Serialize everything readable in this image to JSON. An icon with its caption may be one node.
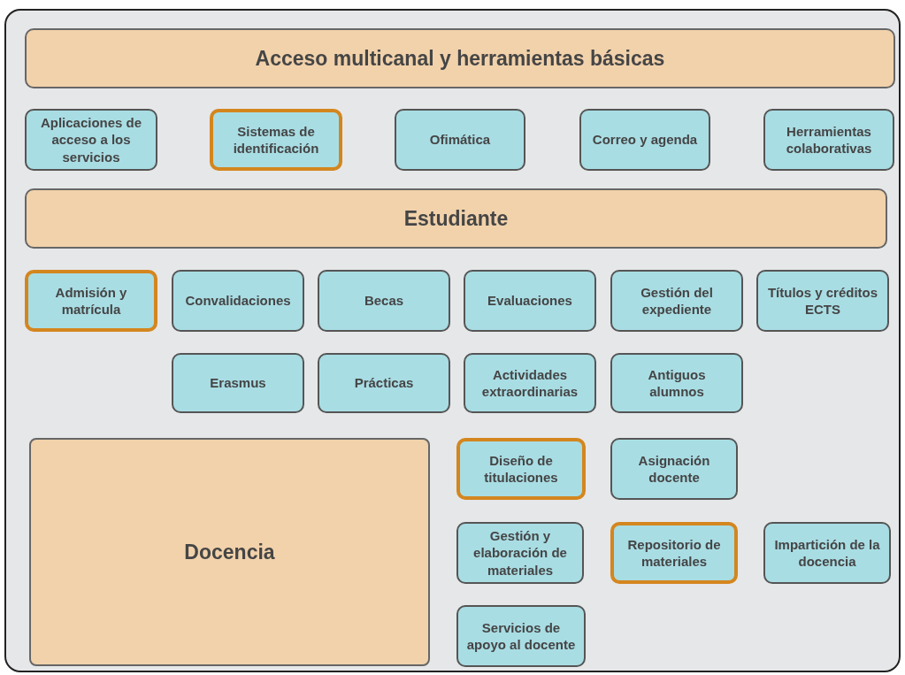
{
  "diagram": {
    "nodes": [
      {
        "text": [
          "Acceso multicanal y herramientas básicas"
        ]
      },
      {
        "text": [
          "Aplicaciones de acceso a los servicios"
        ]
      },
      {
        "text": [
          "Sistemas de identificación"
        ]
      },
      {
        "text": [
          "Ofimática"
        ]
      },
      {
        "text": [
          "Correo y agenda"
        ]
      },
      {
        "text": [
          "Herramientas colaborativas"
        ]
      },
      {
        "text": [
          "Estudiante"
        ]
      },
      {
        "text": [
          "Admisión y matrícula"
        ]
      },
      {
        "text": [
          "Convalidaciones"
        ]
      },
      {
        "text": [
          "Becas"
        ]
      },
      {
        "text": [
          "Evaluaciones"
        ]
      },
      {
        "text": [
          "Gestión del expediente"
        ]
      },
      {
        "text": [
          "Títulos y créditos ECTS"
        ]
      },
      {
        "text": [
          "Erasmus"
        ]
      },
      {
        "text": [
          "Prácticas"
        ]
      },
      {
        "text": [
          "Actividades extraordinarias"
        ]
      },
      {
        "text": [
          "Antiguos alumnos"
        ]
      },
      {
        "text": [
          "Docencia"
        ]
      },
      {
        "text": [
          "Diseño de titulaciones"
        ]
      },
      {
        "text": [
          "Asignación docente"
        ]
      },
      {
        "text": [
          "Gestión y elaboración de materiales"
        ]
      },
      {
        "text": [
          "Repositorio de materiales"
        ]
      },
      {
        "text": [
          "Impartición de la docencia"
        ]
      },
      {
        "text": [
          "Servicios de apoyo al docente"
        ]
      }
    ]
  }
}
